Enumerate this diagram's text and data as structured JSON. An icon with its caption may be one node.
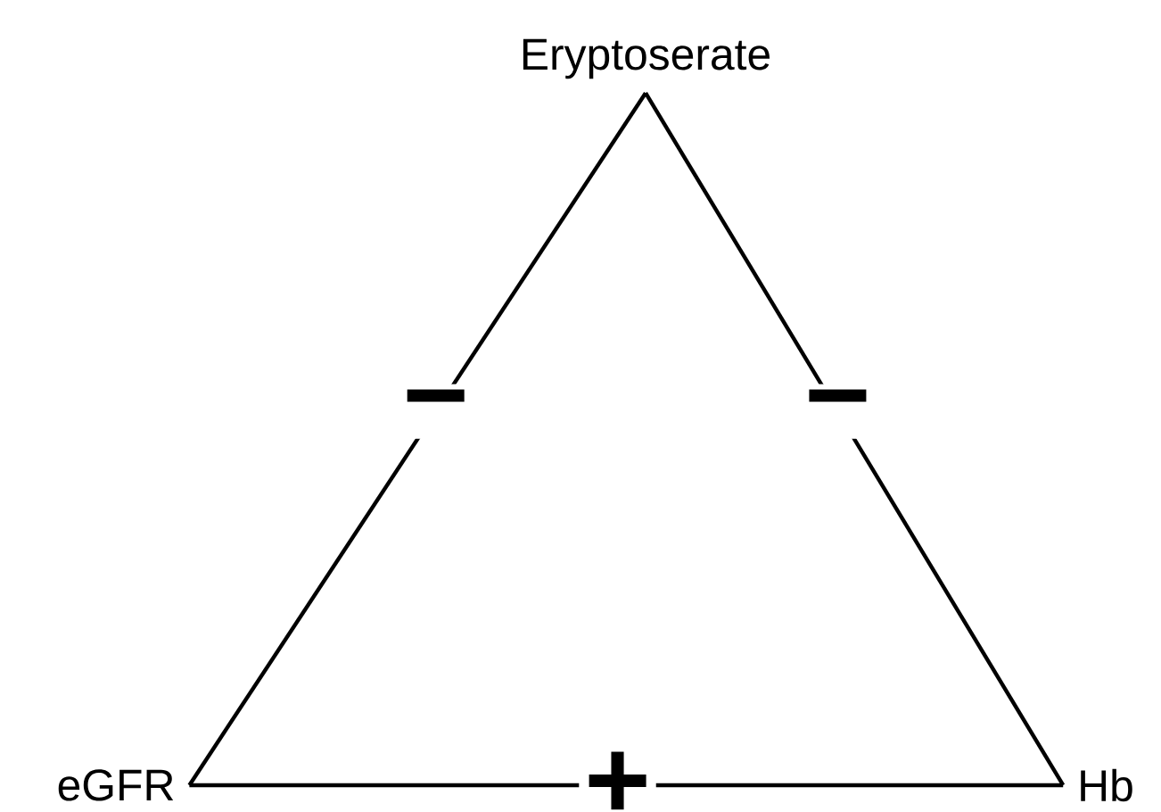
{
  "diagram": {
    "nodes": [
      {
        "text": [
          "Eryptoserate"
        ]
      },
      {
        "text": [
          "eGFR"
        ]
      },
      {
        "text": [
          "Hb"
        ]
      }
    ],
    "edges": [
      {
        "from": 0,
        "to": 1,
        "arrow": "none",
        "label": "−"
      },
      {
        "from": 0,
        "to": 2,
        "arrow": "none",
        "label": "−"
      },
      {
        "from": 1,
        "to": 2,
        "arrow": "none",
        "label": "+"
      }
    ]
  }
}
